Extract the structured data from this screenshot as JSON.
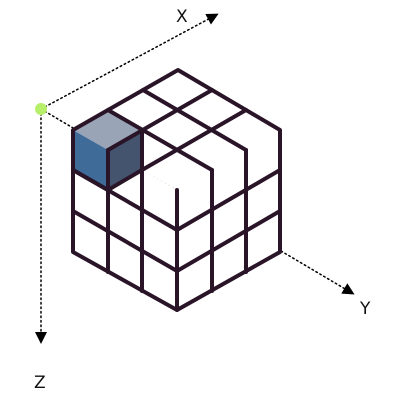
{
  "labels": {
    "x": "X",
    "y": "Y",
    "z": "Z"
  },
  "colors": {
    "background": "#ffffff",
    "grid_line": "#2a1428",
    "axis_dots": "#000000",
    "origin_dot": "#b7ee6a",
    "highlight_top": "#9aa4b7",
    "highlight_left": "#3f6b98",
    "highlight_right": "#44536e"
  },
  "structure": {
    "cube_layers": 3,
    "highlighted_cube": "top-left-front"
  }
}
